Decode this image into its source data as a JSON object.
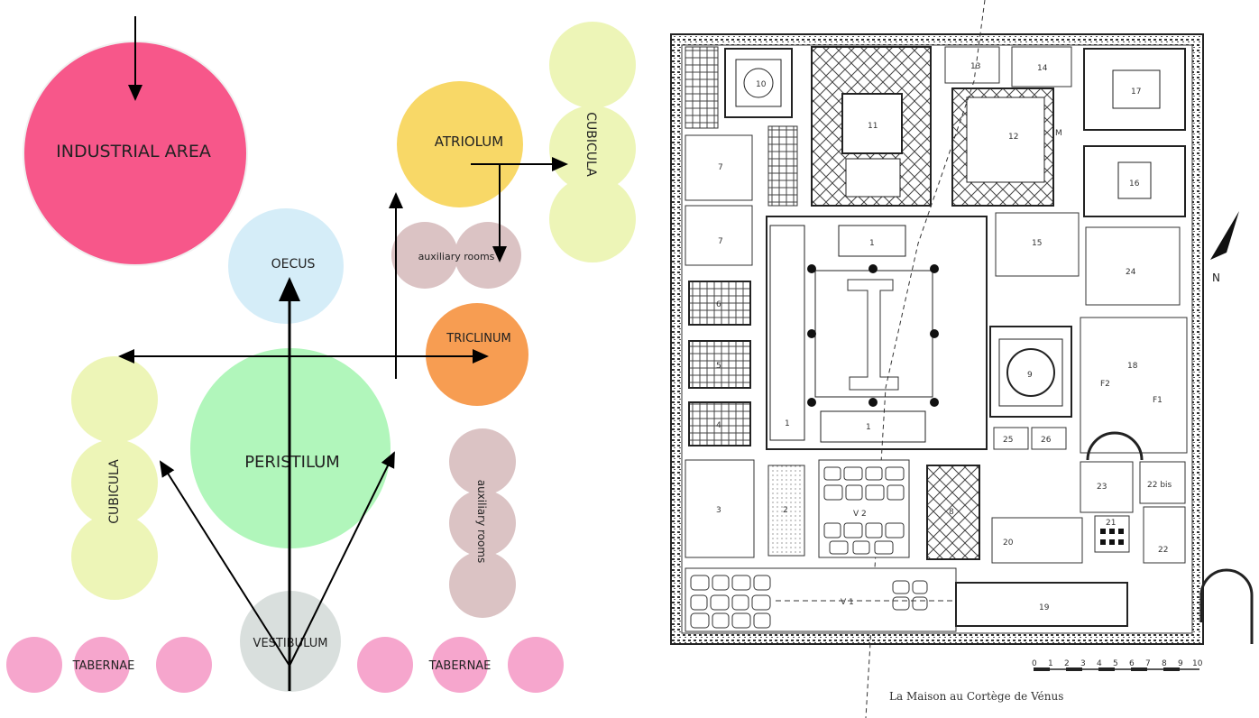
{
  "diagram": {
    "industrial_area": "INDUSTRIAL AREA",
    "oecus": "OECUS",
    "atriolum": "ATRIOLUM",
    "cubicula_top": "CUBICULA",
    "auxiliary_top": "auxiliary rooms",
    "triclinum": "TRICLINUM",
    "peristilum": "PERISTILUM",
    "cubicula_left": "CUBICULA",
    "auxiliary_right": "auxiliary rooms",
    "vestibulum": "VESTIBULUM",
    "tabernae_left": "TABERNAE",
    "tabernae_right": "TABERNAE",
    "colors": {
      "industrial": "#f7578a",
      "oecus": "#d5edf8",
      "atriolum": "#f8d867",
      "cubicula": "#edf5b7",
      "auxiliary": "#dbc3c4",
      "triclinum": "#f79d52",
      "peristilum": "#b1f6bb",
      "vestibulum": "#d9dfdd",
      "tabernae": "#f6a6cd"
    }
  },
  "plan": {
    "caption": "La Maison au Cortège de Vénus",
    "north": "N",
    "rooms": {
      "r10": "10",
      "r11": "11",
      "r12": "12",
      "r13": "13",
      "r14": "14",
      "r17": "17",
      "r16": "16",
      "r7a": "7",
      "r7b": "7",
      "r1top": "1",
      "r15": "15",
      "r24": "24",
      "r6": "6",
      "r5": "5",
      "r4": "4",
      "r1left": "1",
      "r1bottom": "1",
      "r9": "9",
      "r18": "18",
      "f2": "F2",
      "f1": "F1",
      "r25": "25",
      "r26": "26",
      "r3": "3",
      "r2": "2",
      "v2": "V 2",
      "r8": "8",
      "r23": "23",
      "r22bis": "22 bis",
      "r21": "21",
      "r22": "22",
      "r20": "20",
      "v1": "V 1",
      "r19": "19",
      "m": "M"
    },
    "scale_ticks": [
      "0",
      "1",
      "2",
      "3",
      "4",
      "5",
      "6",
      "7",
      "8",
      "9",
      "10"
    ]
  }
}
